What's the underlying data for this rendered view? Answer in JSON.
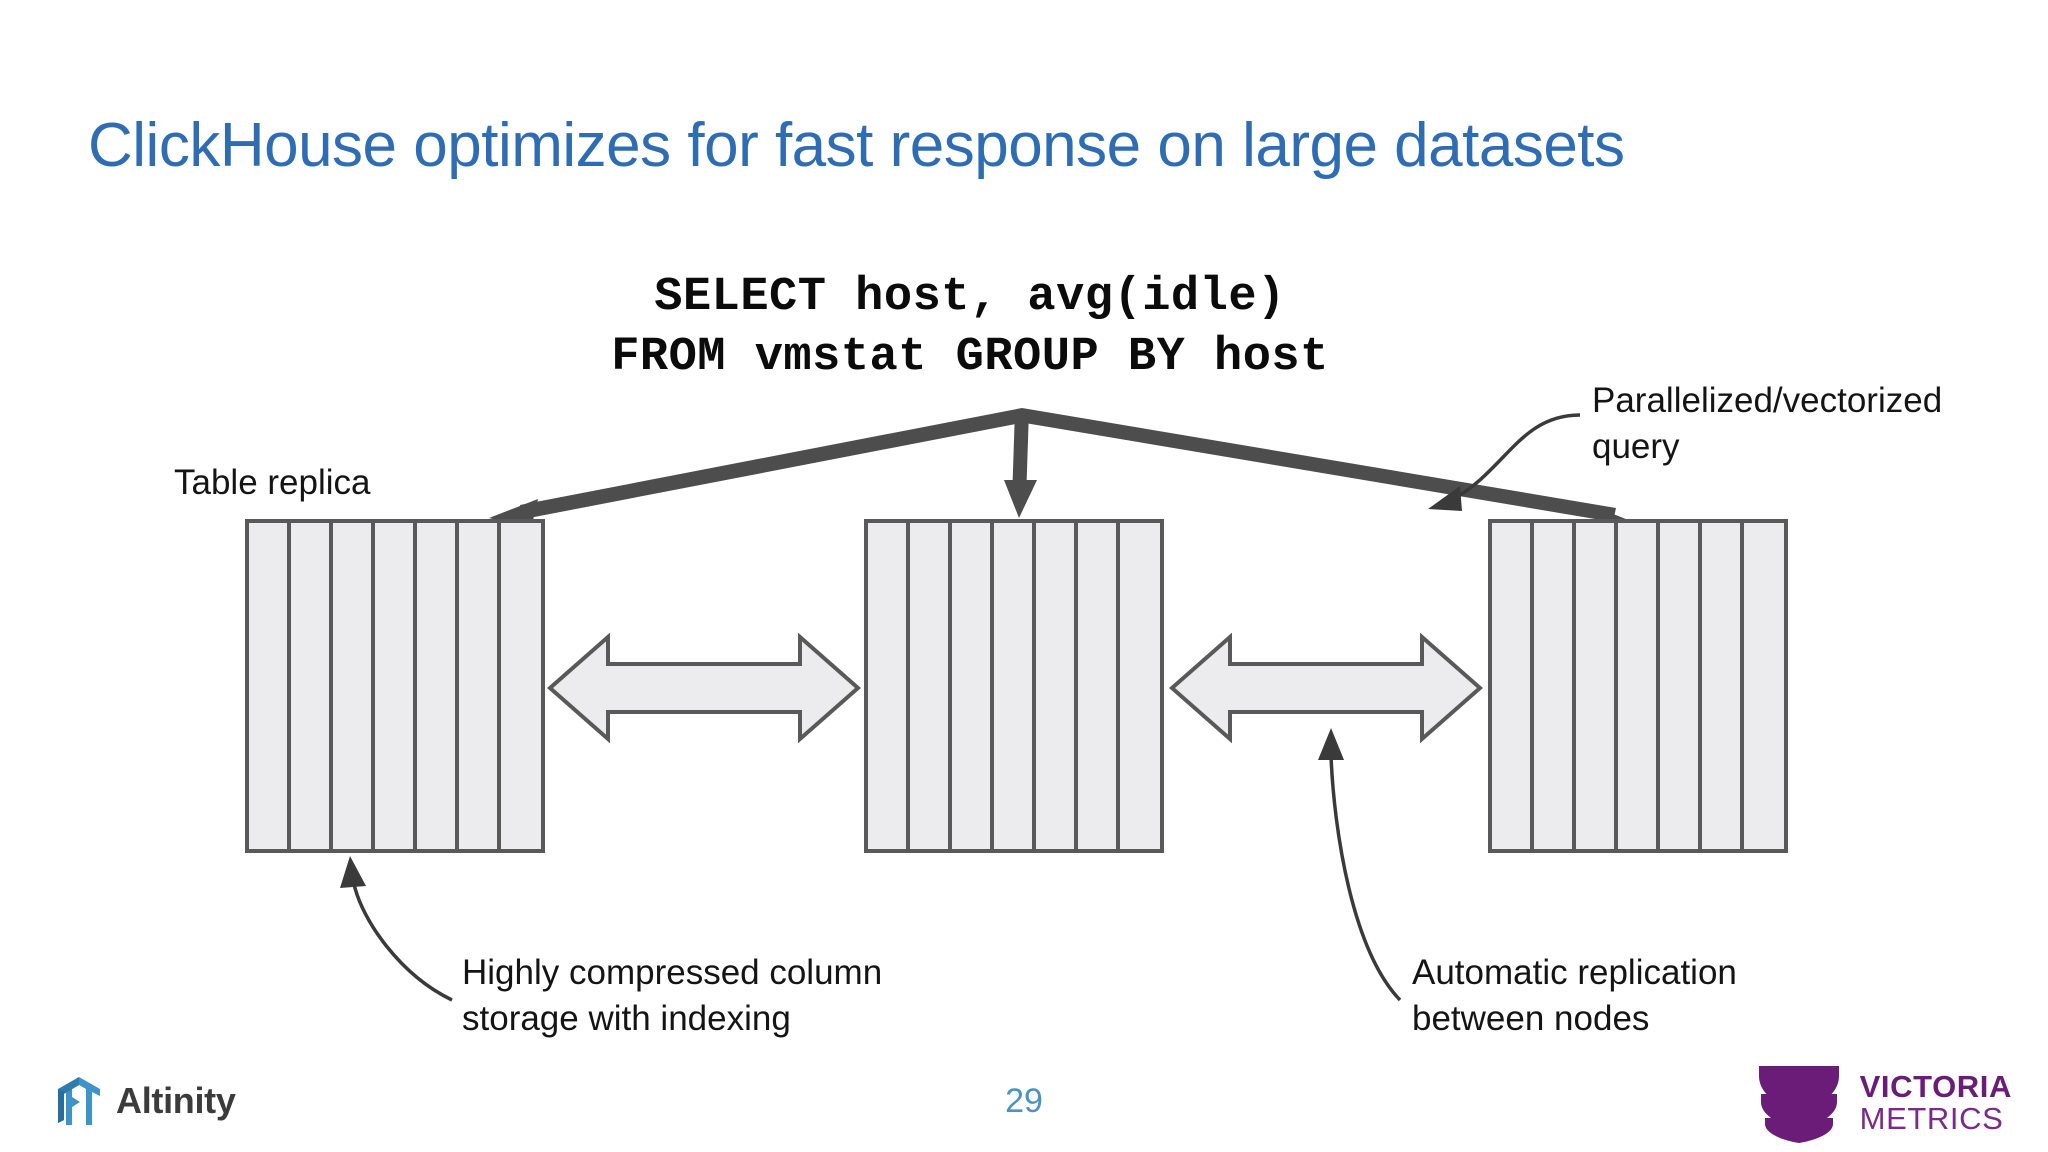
{
  "slide": {
    "title": "ClickHouse optimizes for fast response on large datasets",
    "page_number": "29",
    "title_color": "#2E6DB4",
    "page_number_color": "#4A93C4",
    "background_color": "#FFFFFF"
  },
  "sql": {
    "line1": "SELECT host, avg(idle)",
    "line2": "FROM vmstat GROUP BY host"
  },
  "diagram": {
    "block_fill": "#ECECEF",
    "block_stroke": "#595959",
    "arrow_stroke": "#4D4D4D",
    "columns_per_block": 7,
    "blocks": [
      {
        "name": "table-replica-1"
      },
      {
        "name": "table-replica-2"
      },
      {
        "name": "table-replica-3"
      }
    ],
    "labels": {
      "table_replica": "Table replica",
      "parallelized": "Parallelized/vectorized\nquery",
      "compressed": "Highly compressed column\nstorage with indexing",
      "replication": "Automatic replication\nbetween nodes"
    }
  },
  "footer": {
    "altinity_name": "Altinity",
    "altinity_logo_color": "#3E93C8",
    "victoria_top": "VICTORIA",
    "victoria_bottom": "METRICS",
    "victoria_color": "#6A1C78"
  }
}
